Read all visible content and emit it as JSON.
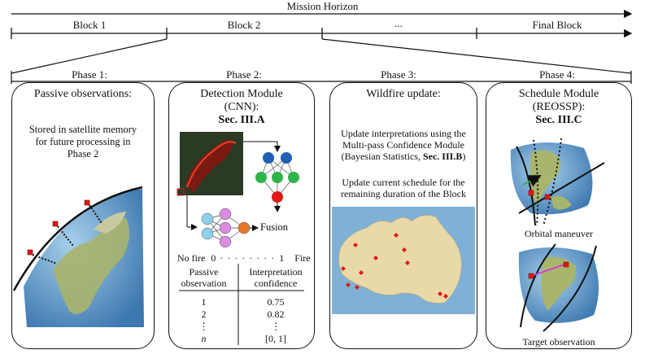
{
  "timeline": {
    "title": "Mission Horizon",
    "blocks": [
      "Block 1",
      "Block 2",
      "...",
      "Final Block"
    ]
  },
  "phases": [
    {
      "header": "Phase 1:",
      "title": "Passive observations:",
      "body": "Stored in satellite memory for future processing in Phase 2"
    },
    {
      "header": "Phase 2:",
      "title_line1": "Detection Module",
      "title_line2": "(CNN):",
      "title_ref": "Sec. III.A",
      "fusion_label": "Fusion",
      "scale_left": "No fire",
      "scale_zero": "0",
      "scale_one": "1",
      "scale_right": "Fire",
      "table": {
        "col1_header_1": "Passive",
        "col1_header_2": "observation",
        "col2_header_1": "Interpretation",
        "col2_header_2": "confidence",
        "rows": [
          {
            "obs": "1",
            "conf": "0.75"
          },
          {
            "obs": "2",
            "conf": "0.82"
          },
          {
            "obs": "⋮",
            "conf": "⋮"
          },
          {
            "obs": "n",
            "conf": "[0, 1]"
          }
        ]
      }
    },
    {
      "header": "Phase 3:",
      "title": "Wildfire update:",
      "text1_a": "Update interpretations using the",
      "text1_b": "Multi-pass Confidence Module",
      "text1_c_pre": "(Bayesian Statistics, ",
      "text1_c_ref": "Sec. III.B",
      "text1_c_post": ")",
      "text2_a": "Update current schedule for the",
      "text2_b": "remaining duration of the Block"
    },
    {
      "header": "Phase 4:",
      "title_line1": "Schedule Module",
      "title_line2": "(REOSSP):",
      "title_ref": "Sec. III.C",
      "caption1": "Orbital maneuver",
      "caption2": "Target observation"
    }
  ],
  "colors": {
    "fire_marker": "#e01818",
    "ocean": "#7fb0d6",
    "land": "#a8b56c",
    "australia": "#e9d9a8",
    "nn_blue": "#1f5fb4",
    "nn_green": "#2fb34a",
    "nn_red": "#e01818",
    "nn_light_blue": "#8fd0ea",
    "nn_pink": "#d98ce0",
    "nn_orange": "#e8772a"
  }
}
